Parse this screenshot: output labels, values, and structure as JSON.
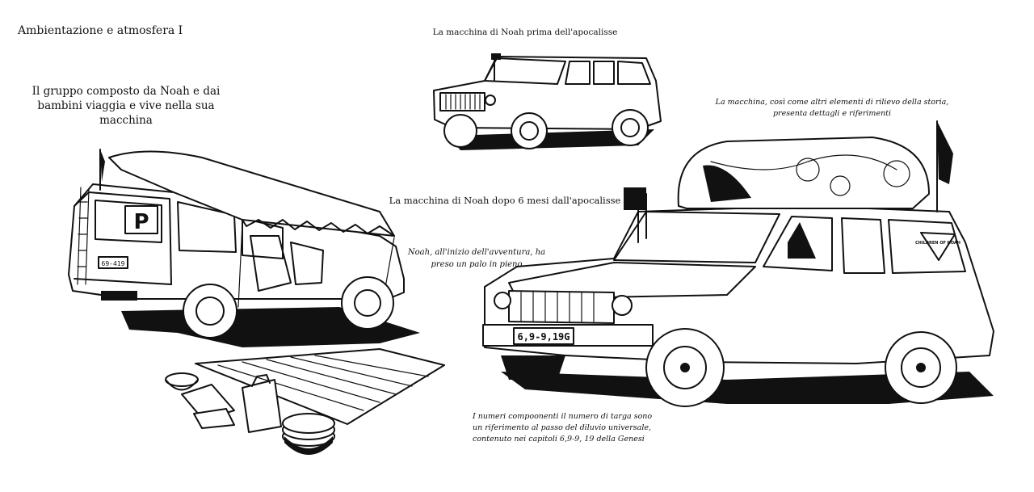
{
  "captions": {
    "title": "Ambientazione e atmosfera I",
    "intro": "Il gruppo composto da Noah e dai bambini viaggia e vive nella sua macchina",
    "before_label": "La macchina di Noah prima dell'apocalisse",
    "after_label": "La macchina di Noah dopo 6 mesi dall'apocalisse",
    "details_note": "La macchina, così come altri elementi di rilievo della storia, presenta dettagli e riferimenti",
    "pole_note": "Noah, all'inizio dell'avventura, ha preso un palo in pieno",
    "plate_note": "I numeri compoonenti il numero di targa sono un riferimento al passo del diluvio universale, contenuto nei capitoli 6,9-9, 19 della Genesi"
  },
  "drawings": {
    "camp_car": {
      "sign": "P",
      "plate": "69-419"
    },
    "after_car": {
      "plate": "6,9-9,19G",
      "window_sticker": "CHILDREN OF NOAH"
    }
  }
}
